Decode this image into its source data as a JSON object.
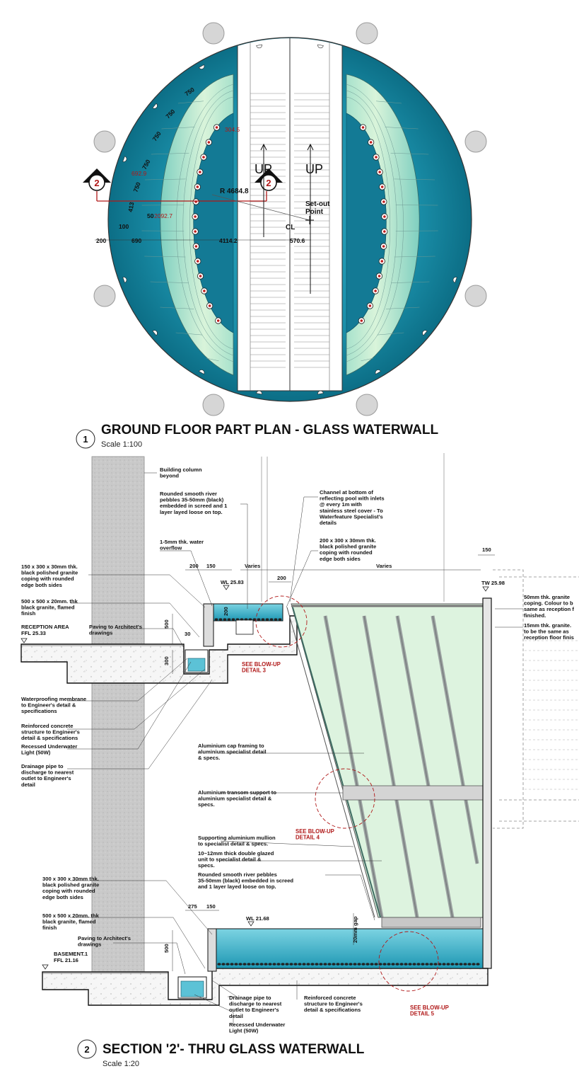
{
  "plan": {
    "title": "GROUND FLOOR PART PLAN - GLASS  WATERWALL",
    "number": "1",
    "scale": "Scale 1:100",
    "up_left": "UP",
    "up_right": "UP",
    "setout": [
      "Set-out",
      "Point"
    ],
    "cl": "CL",
    "radius": "R 4684.8",
    "section_marker": "2",
    "dims": {
      "d750_a": "750",
      "d750_b": "750",
      "d750_c": "750",
      "d750_d": "750",
      "d750_e": "750",
      "d692": "692.9",
      "d304": "304.5",
      "d2092": "2092.7",
      "d413": "413",
      "d50": "50",
      "d100": "100",
      "d200": "200",
      "d690": "690",
      "d4114": "4114.2",
      "d570": "570.6"
    }
  },
  "section": {
    "title": "SECTION '2'- THRU GLASS  WATERWALL",
    "number": "2",
    "scale": "Scale 1:20",
    "levels": {
      "reception": "RECEPTION AREA",
      "reception_ffl": "FFL 25.33",
      "basement": "BASEMENT.1",
      "basement_ffl": "FFL 21.16",
      "wl_top": "WL 25.83",
      "wl_bottom": "WL 21.68",
      "tw": "TW 25.98"
    },
    "dims": {
      "d200a": "200",
      "d150a": "150",
      "varies_a": "Varies",
      "varies_b": "Varies",
      "d200b": "200",
      "d150b": "150",
      "d500a": "500",
      "d30": "30",
      "d300": "300",
      "d200v": "200",
      "d275": "275",
      "d150c": "150",
      "d500b": "500",
      "gap": "20mm gap"
    },
    "notes": {
      "building_column": [
        "Building column",
        "beyond"
      ],
      "pebbles_top": [
        "Rounded smooth river",
        "pebbles 35-50mm (black)",
        "embedded in screed and 1",
        "layer layed loose on top."
      ],
      "channel": [
        "Channel at bottom of",
        "reflecting pool with inlets",
        "@ every 1m with",
        "stainless steel cover - To",
        "Waterfeature Specialist's",
        "details"
      ],
      "overflow": [
        "1-5mm thk. water",
        "overflow"
      ],
      "coping_200": [
        "200 x 300 x 30mm thk.",
        "black polished granite",
        "coping with rounded",
        "edge both sides"
      ],
      "coping_150": [
        "150 x 300 x 30mm thk.",
        "black polished granite",
        "coping with rounded",
        "edge both sides"
      ],
      "granite_500a": [
        "500 x 500 x 20mm. thk",
        "black granite, flamed",
        "finish"
      ],
      "paving_a": [
        "Paving to Architect's",
        "drawings"
      ],
      "granite_50mm": [
        "50mm thk. granite",
        "coping. Colour to b",
        "same as reception f",
        "finished."
      ],
      "granite_15mm": [
        "15mm thk. granite.",
        "to be the same as",
        "reception floor finis"
      ],
      "waterproofing": [
        "Waterproofing membrane",
        "to Engineer's detail &",
        "specifications"
      ],
      "reinforced_a": [
        "Reinforced concrete",
        "structure to Engineer's",
        "detail & specifications"
      ],
      "light_a": [
        "Recessed Underwater",
        "Light (50W)"
      ],
      "drain_a": [
        "Drainage pipe to",
        "discharge to nearest",
        "outlet to Engineer's",
        "detail"
      ],
      "cap_framing": [
        "Aluminium cap framing to",
        "aluminium specialist detail",
        "& specs."
      ],
      "transom": [
        "Aluminium transom support  to",
        "aluminium specialist detail &",
        "specs."
      ],
      "mullion": [
        "Supporting aluminium mullion",
        "to specialist detail & specs."
      ],
      "glazed": [
        "10~12mm thick double glazed",
        "unit to specialist detail &",
        "specs."
      ],
      "pebbles_bottom": [
        "Rounded smooth river pebbles",
        "35-50mm (black) embedded in screed",
        "and 1 layer layed loose on top."
      ],
      "coping_300": [
        "300 x 300 x 30mm thk.",
        "black polished granite",
        "coping with rounded",
        "edge both sides"
      ],
      "granite_500b": [
        "500 x 500 x 20mm. thk",
        "black granite, flamed",
        "finish"
      ],
      "paving_b": [
        "Paving to Architect's",
        "drawings"
      ],
      "drain_b": [
        "Drainage pipe to",
        "discharge to nearest",
        "outlet to Engineer's",
        "detail"
      ],
      "light_b": [
        "Recessed Underwater",
        "Light (50W)"
      ],
      "reinforced_b": [
        "Reinforced concrete",
        "structure to Engineer's",
        "detail & specifications"
      ],
      "blowup3": [
        "SEE BLOW-UP",
        "DETAIL 3"
      ],
      "blowup4": [
        "SEE BLOW-UP",
        "DETAIL 4"
      ],
      "blowup5": [
        "SEE BLOW-UP",
        "DETAIL 5"
      ]
    }
  },
  "colors": {
    "water": "#1f94ad",
    "water_dark": "#0e6f86",
    "glass": "#cdeed3",
    "section_glass": "#ddf3df",
    "pool": "#2aa9c4",
    "concrete": "#f4f4f4",
    "red": "#b01818"
  }
}
